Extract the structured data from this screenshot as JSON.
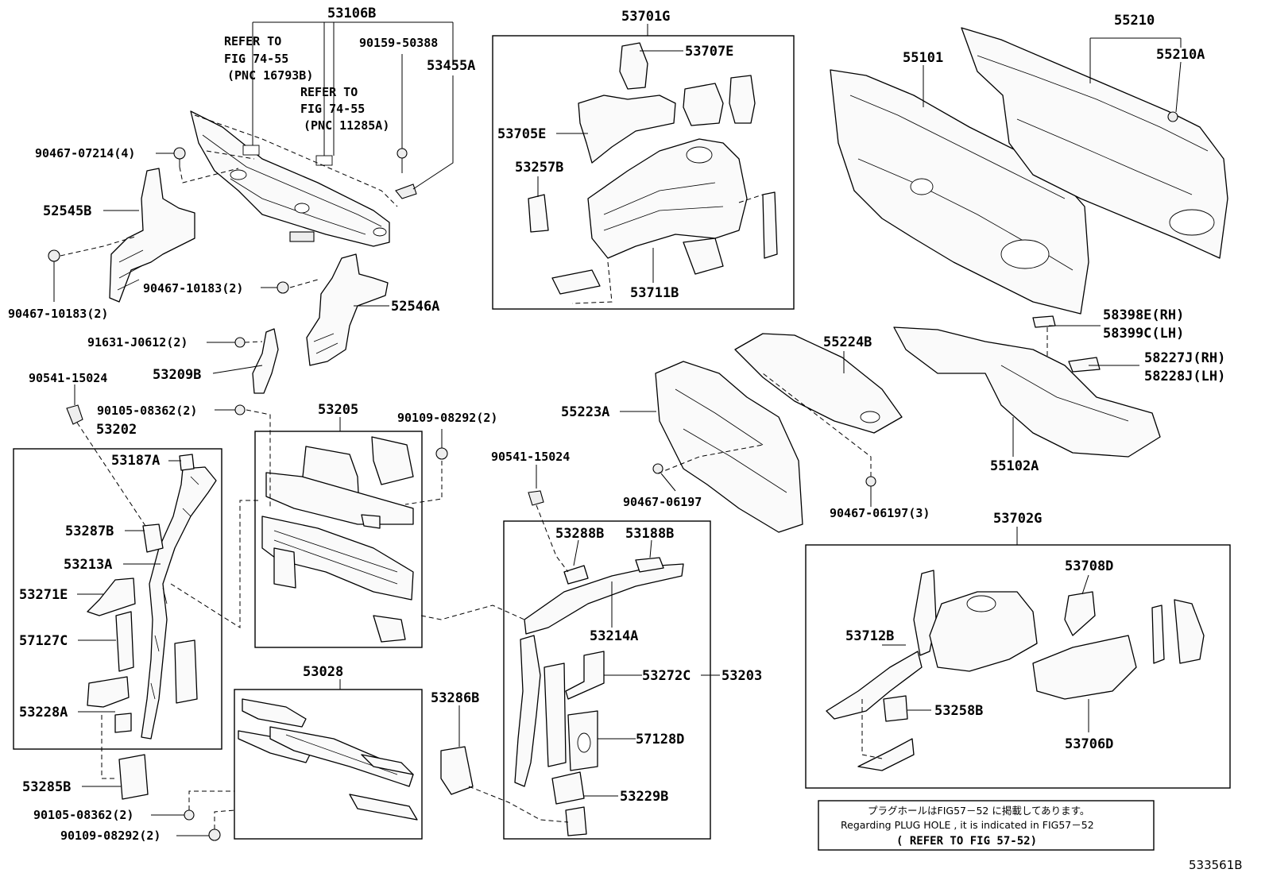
{
  "diagram_id": "533561B",
  "callouts": {
    "c53106B": "53106B",
    "refer1_l1": "REFER TO",
    "refer1_l2": "FIG 74-55",
    "refer1_l3": "(PNC 16793B)",
    "refer2_l1": "REFER TO",
    "refer2_l2": "FIG 74-55",
    "refer2_l3": "(PNC 11285A)",
    "c90159_50388": "90159-50388",
    "c53455A": "53455A",
    "c90467_07214": "90467-07214(4)",
    "c52545B": "52545B",
    "c90467_10183a": "90467-10183(2)",
    "c90467_10183b": "90467-10183(2)",
    "c52546A": "52546A",
    "c91631_J0612": "91631-J0612(2)",
    "c53209B": "53209B",
    "c90541_15024a": "90541-15024",
    "c90105_08362a": "90105-08362(2)",
    "c53202": "53202",
    "c53187A": "53187A",
    "c53287B": "53287B",
    "c53213A": "53213A",
    "c53271E": "53271E",
    "c57127C": "57127C",
    "c53228A": "53228A",
    "c53285B": "53285B",
    "c53205": "53205",
    "c90109_08292a": "90109-08292(2)",
    "c53028": "53028",
    "c90105_08362b": "90105-08362(2)",
    "c90109_08292b": "90109-08292(2)",
    "c53701G": "53701G",
    "c53707E": "53707E",
    "c53705E": "53705E",
    "c53257B": "53257B",
    "c53711B": "53711B",
    "c90541_15024b": "90541-15024",
    "c53288B": "53288B",
    "c53188B": "53188B",
    "c53214A": "53214A",
    "c53272C": "53272C",
    "c53203": "53203",
    "c57128D": "57128D",
    "c53229B": "53229B",
    "c53286B": "53286B",
    "c55101": "55101",
    "c55210": "55210",
    "c55210A": "55210A",
    "c55224B": "55224B",
    "c55223A": "55223A",
    "c90467_06197a": "90467-06197",
    "c90467_06197b": "90467-06197(3)",
    "c58398E": "58398E(RH)",
    "c58399C": "58399C(LH)",
    "c58227J": "58227J(RH)",
    "c58228J": "58228J(LH)",
    "c55102A": "55102A",
    "c53702G": "53702G",
    "c53708D": "53708D",
    "c53712B": "53712B",
    "c53258B": "53258B",
    "c53706D": "53706D"
  },
  "note": {
    "line_jp": "プラグホールはFIG57－52 に掲載してあります。",
    "line_en": "Regarding PLUG HOLE , it is indicated in FIG57－52",
    "line_ref": "( REFER TO FIG 57-52)"
  }
}
